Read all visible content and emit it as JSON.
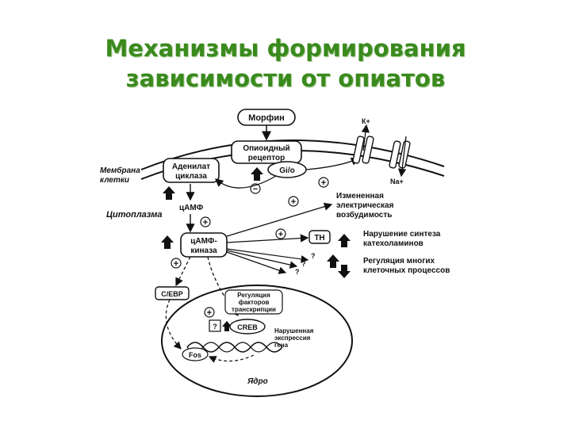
{
  "title": {
    "line1": "Механизмы формирования",
    "line2": "зависимости от опиатов"
  },
  "diagram": {
    "morphine": "Морфин",
    "opioid_receptor": [
      "Опиоидный",
      "рецептор"
    ],
    "g_protein": "Gi/o",
    "adenylate_cyclase": [
      "Аденилат",
      "циклаза"
    ],
    "membrane": [
      "Мембрана",
      "клетки"
    ],
    "cytoplasm": "Цитоплазма",
    "camp": "цАМФ",
    "pka": [
      "цАМФ-",
      "киназа"
    ],
    "k_ion": "К+",
    "na_ion": "Na+",
    "excitability": [
      "Измененная",
      "электрическая",
      "возбудимость"
    ],
    "th": "TH",
    "catecholamines": [
      "Нарушение синтеза",
      "катехоламинов"
    ],
    "processes": [
      "Регуляция многих",
      "клеточных процессов"
    ],
    "cebp": "C/EBP",
    "transcription": [
      "Регуляция",
      "факторов",
      "транскрипции"
    ],
    "creb": "CREB",
    "expression": [
      "Нарушенная",
      "экспрессия",
      "гена"
    ],
    "fos": "Fos",
    "nucleus": "Ядро",
    "plus": "+",
    "minus": "−",
    "question": "?"
  }
}
